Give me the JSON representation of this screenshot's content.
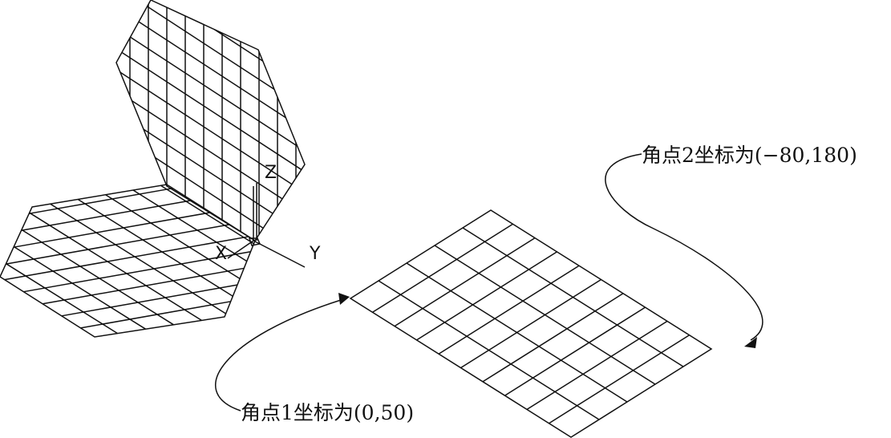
{
  "labels": {
    "corner1": "角点1坐标为(0,50)",
    "corner2": "角点2坐标为(−80,180)"
  },
  "axes": {
    "x": "X",
    "y": "Y",
    "z": "Z"
  },
  "colors": {
    "line": "#111111",
    "background": "#ffffff"
  }
}
